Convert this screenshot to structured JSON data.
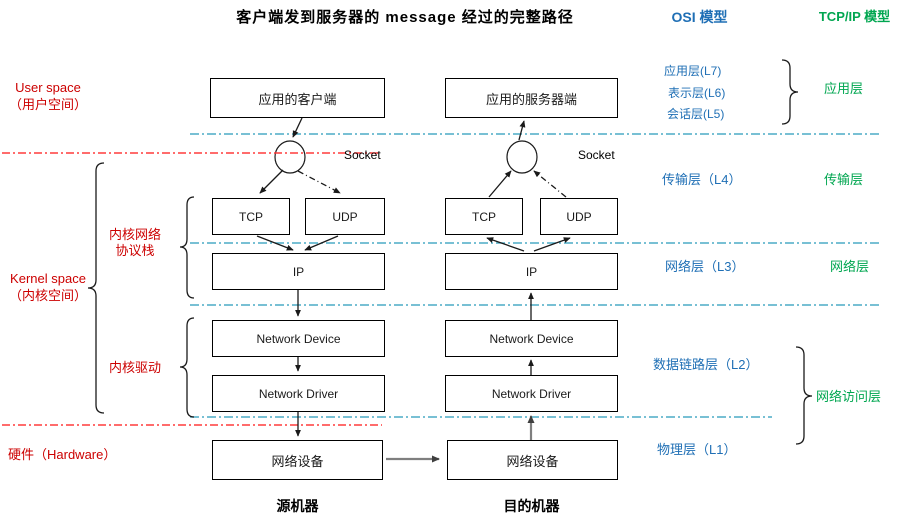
{
  "title": "客户端发到服务器的 message 经过的完整路径",
  "headers": {
    "osi": "OSI 模型",
    "tcpip": "TCP/IP 模型"
  },
  "left_labels": {
    "user_space_en": "User space",
    "user_space_zh": "（用户空间）",
    "kernel_space_en": "Kernel space",
    "kernel_space_zh": "（内核空间）",
    "kernel_stack_line1": "内核网络",
    "kernel_stack_line2": "协议栈",
    "kernel_driver": "内核驱动",
    "hardware": "硬件（Hardware）"
  },
  "source_machine": {
    "app": "应用的客户端",
    "socket": "Socket",
    "tcp": "TCP",
    "udp": "UDP",
    "ip": "IP",
    "network_device": "Network Device",
    "network_driver": "Network Driver",
    "nic": "网络设备",
    "caption": "源机器"
  },
  "dest_machine": {
    "app": "应用的服务器端",
    "socket": "Socket",
    "tcp": "TCP",
    "udp": "UDP",
    "ip": "IP",
    "network_device": "Network Device",
    "network_driver": "Network Driver",
    "nic": "网络设备",
    "caption": "目的机器"
  },
  "osi_layers": [
    "应用层(L7)",
    "表示层(L6)",
    "会话层(L5)",
    "传输层（L4）",
    "网络层（L3）",
    "数据链路层（L2）",
    "物理层（L1）"
  ],
  "tcpip_layers": [
    "应用层",
    "传输层",
    "网络层",
    "网络访问层"
  ],
  "colors": {
    "red_text": "#cc0000",
    "blue_text": "#1f6fb5",
    "green_text": "#00a650",
    "blue_line": "#4bacc6",
    "red_line": "#ff3b3b"
  }
}
